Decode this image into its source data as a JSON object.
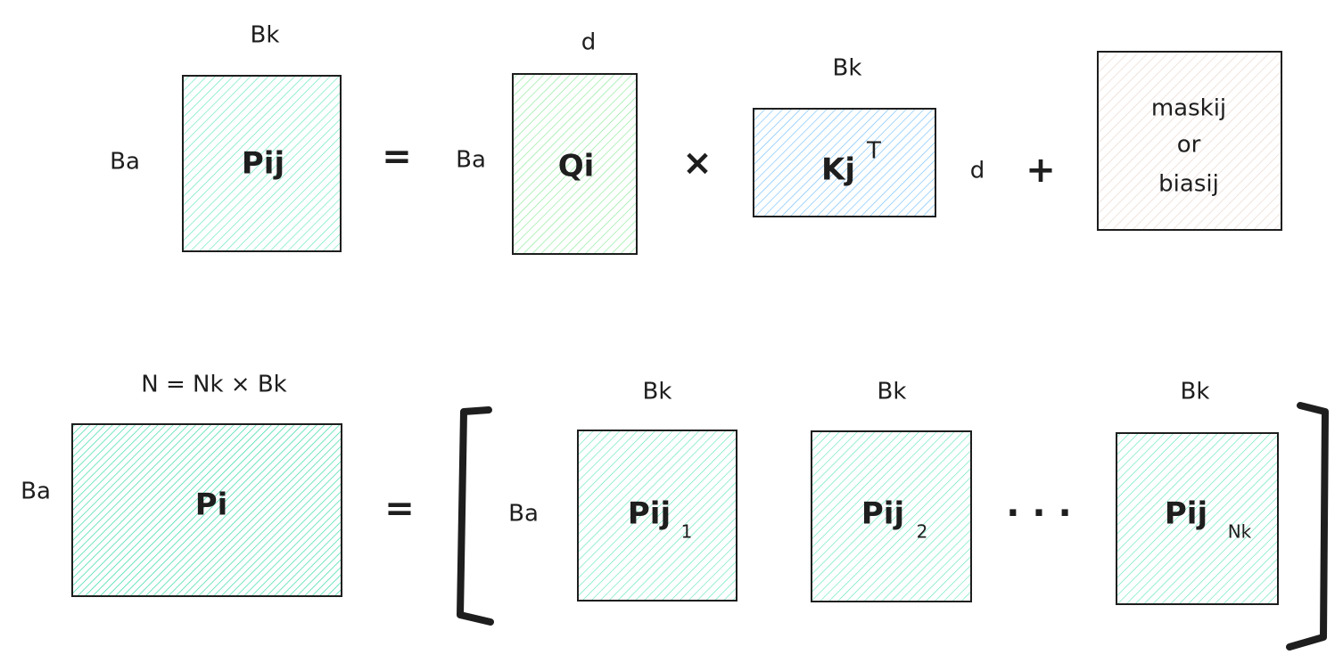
{
  "colors": {
    "pij": "#63e6be",
    "qi": "#8ce99a",
    "kj": "#74c0fc",
    "mask": "#e9d5cc",
    "pi": "#38d9a9"
  },
  "top": {
    "pij": {
      "label": "Pij",
      "width_label": "Bk",
      "height_label": "Ba"
    },
    "equals": "=",
    "qi": {
      "label": "Qi",
      "width_label": "d",
      "height_label": "Ba"
    },
    "times": "×",
    "kj": {
      "label": "Kj",
      "superscript": "T",
      "width_label": "Bk",
      "height_label": "d"
    },
    "plus": "+",
    "mask": {
      "line1": "maskij",
      "line2": "or",
      "line3": "biasij"
    }
  },
  "bottom": {
    "pi": {
      "label": "Pi",
      "width_label": "N = Nk × Bk",
      "height_label": "Ba"
    },
    "equals": "=",
    "row_height_label": "Ba",
    "blocks": [
      {
        "label": "Pij",
        "subscript": "1",
        "width_label": "Bk"
      },
      {
        "label": "Pij",
        "subscript": "2",
        "width_label": "Bk"
      },
      {
        "label": "Pij",
        "subscript": "Nk",
        "width_label": "Bk"
      }
    ],
    "ellipsis": "· · ·"
  }
}
